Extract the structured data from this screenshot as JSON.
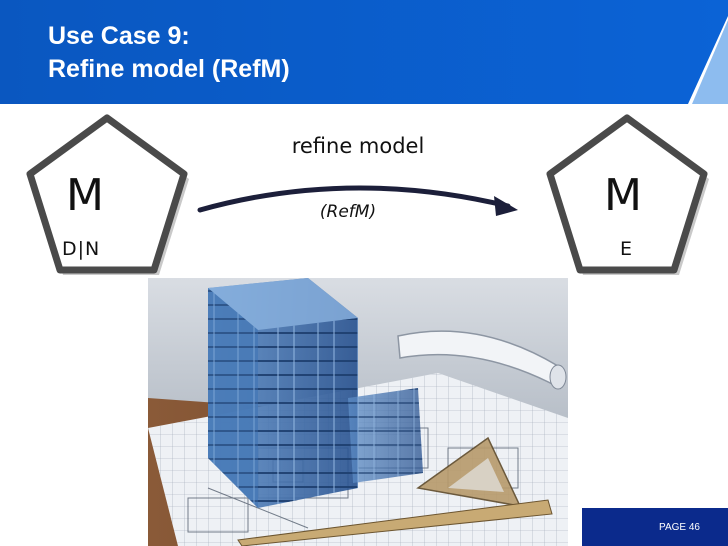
{
  "slide": {
    "title_line1": "Use Case 9:",
    "title_line2": "Refine model  (RefM)",
    "colors": {
      "header": "#0a5cc4",
      "footer": "#0b2a8c"
    }
  },
  "left_model": {
    "letter": "M",
    "sub": "D|N"
  },
  "right_model": {
    "letter": "M",
    "sub": "E"
  },
  "transition": {
    "label": "refine model",
    "abbrev": "(RefM)"
  },
  "footer": {
    "page": "PAGE 46"
  }
}
